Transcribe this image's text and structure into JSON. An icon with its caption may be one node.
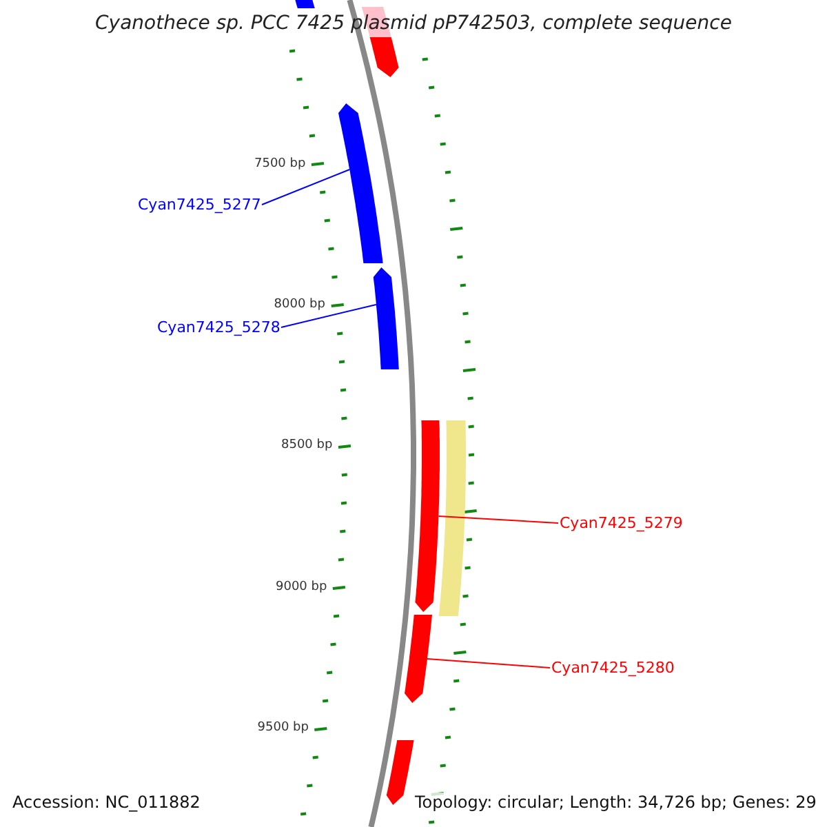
{
  "diagram": {
    "title": "Cyanothece sp. PCC 7425 plasmid pP742503, complete sequence",
    "nodes": [
      {
        "text": [
          "Cyan7425_5277"
        ]
      },
      {
        "text": [],
        "shape": "bar"
      },
      {
        "text": [
          "Cyan7425_5278"
        ]
      },
      {
        "text": [],
        "shape": "bar"
      },
      {
        "text": [
          "Cyan7425_5279"
        ]
      },
      {
        "text": [],
        "shape": "bar"
      },
      {
        "text": [
          "Cyan7425_5280"
        ]
      },
      {
        "text": [],
        "shape": "bar"
      },
      {
        "text": [],
        "shape": "bar"
      },
      {
        "text": [],
        "shape": "bar"
      },
      {
        "text": [],
        "shape": "bar"
      },
      {
        "text": [],
        "shape": "bar"
      },
      {
        "text": [],
        "shape": "bar"
      }
    ],
    "edges": [
      {
        "from": 0,
        "to": 1,
        "arrow": "none",
        "color": "#0000ff"
      },
      {
        "from": 2,
        "to": 3,
        "arrow": "none",
        "color": "#0000ff"
      },
      {
        "from": 4,
        "to": 5,
        "arrow": "none",
        "color": "#ff0000"
      },
      {
        "from": 6,
        "to": 7,
        "arrow": "none",
        "color": "#ff0000"
      }
    ],
    "labels": [
      "7500 bp",
      "8000 bp",
      "8500 bp",
      "9000 bp",
      "9500 bp",
      "Accession: NC_011882",
      "Topology: circular; Length: 34,726 bp; Genes: 29"
    ]
  }
}
